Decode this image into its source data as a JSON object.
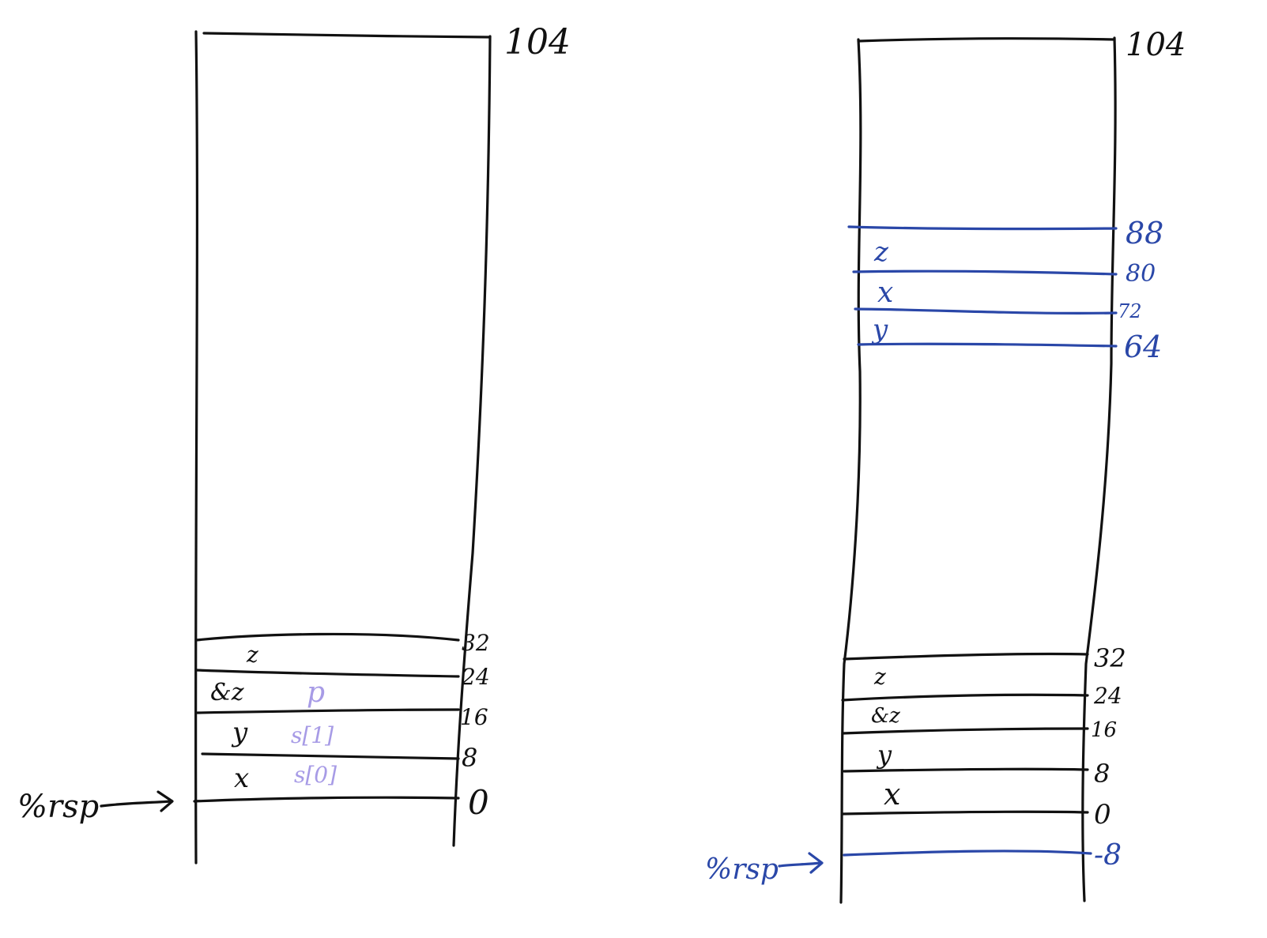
{
  "colors": {
    "ink": "#111111",
    "blue": "#2a47a8",
    "lavender": "#a79be6"
  },
  "left_stack": {
    "top_label": "104",
    "offsets": [
      "32",
      "24",
      "16",
      "8",
      "0"
    ],
    "slots": [
      "z",
      "&z",
      "y",
      "x"
    ],
    "struct_fields": [
      "p",
      "s[1]",
      "s[0]"
    ],
    "pointer_label": "%rsp"
  },
  "right_stack": {
    "top_label": "104",
    "upper_offsets": [
      "88",
      "80",
      "72",
      "64"
    ],
    "upper_slots": [
      "z",
      "x",
      "y"
    ],
    "lower_offsets": [
      "32",
      "24",
      "16",
      "8",
      "0",
      "-8"
    ],
    "lower_slots": [
      "z",
      "&z",
      "y",
      "x"
    ],
    "pointer_label": "%rsp"
  }
}
